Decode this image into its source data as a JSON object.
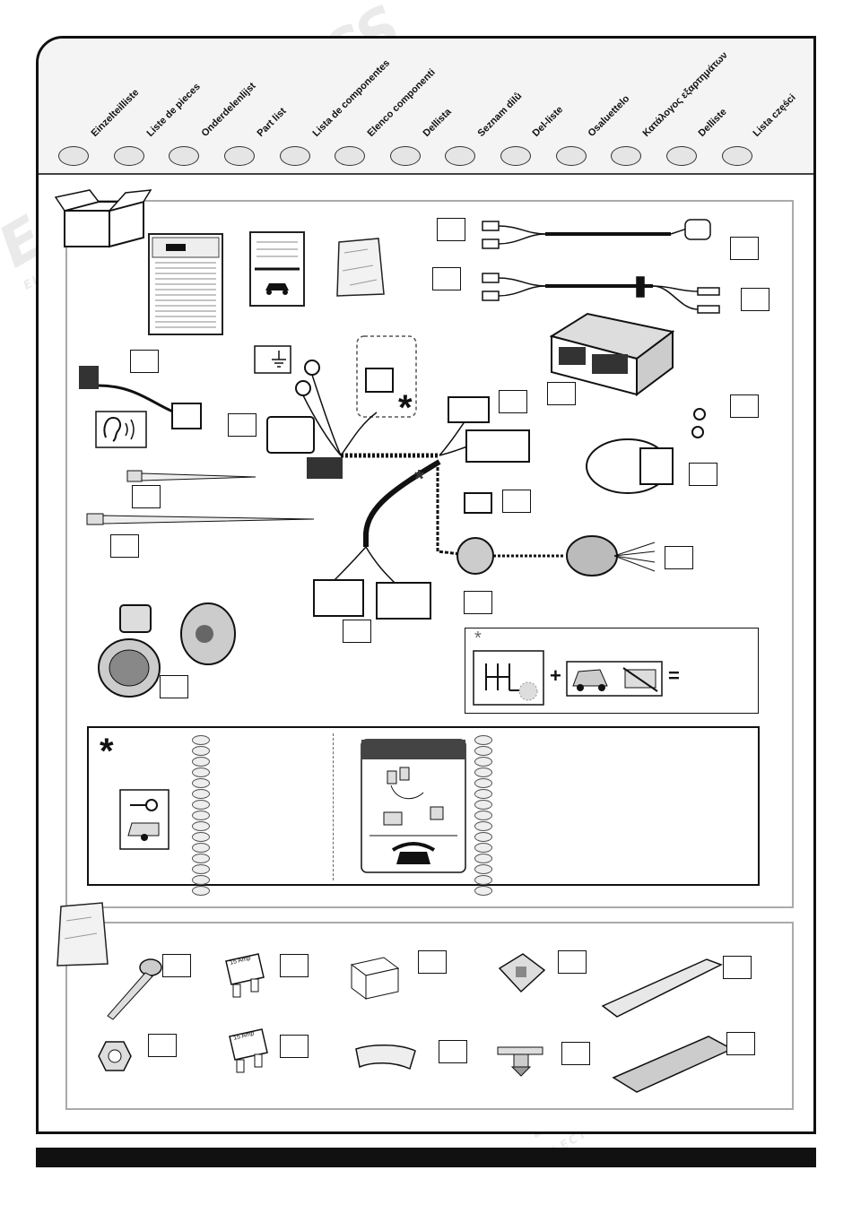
{
  "languages": [
    "Einzelteilliste",
    "Liste de pieces",
    "Onderdelenlijst",
    "Part list",
    "Lista de componentes",
    "Elenco componenti",
    "Dellista",
    "Seznam dilů",
    "Del-liste",
    "Osaluettelo",
    "Κατάλογος εξαρτημάτων",
    "Delliste",
    "Lista części"
  ],
  "watermark": {
    "brand": "ECS",
    "sub": "ELECTRONICS"
  },
  "diagram": {
    "asterisk": "*",
    "symbols": [
      "+",
      "="
    ],
    "icons": [
      "carton-box-icon",
      "manual-icon",
      "parts-bag-icon",
      "ground-icon",
      "ear-sound-icon",
      "key-icon",
      "caravan-icon",
      "telephone-icon",
      "gear-shift-icon",
      "car-trailer-icon"
    ]
  },
  "fuses": [
    "15 Amp",
    "15 Amp"
  ]
}
